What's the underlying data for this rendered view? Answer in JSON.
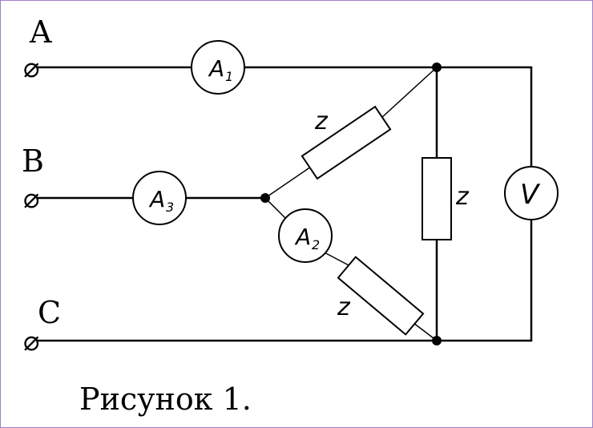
{
  "terminals": {
    "a": "A",
    "b": "B",
    "c": "C"
  },
  "terminal_symbol": "⌀",
  "meters": {
    "a1": {
      "base": "A",
      "sub": "1"
    },
    "a2": {
      "base": "A",
      "sub": "2"
    },
    "a3": {
      "base": "A",
      "sub": "3"
    },
    "v": "V"
  },
  "impedance_label": "z",
  "caption": "Рисунок 1."
}
